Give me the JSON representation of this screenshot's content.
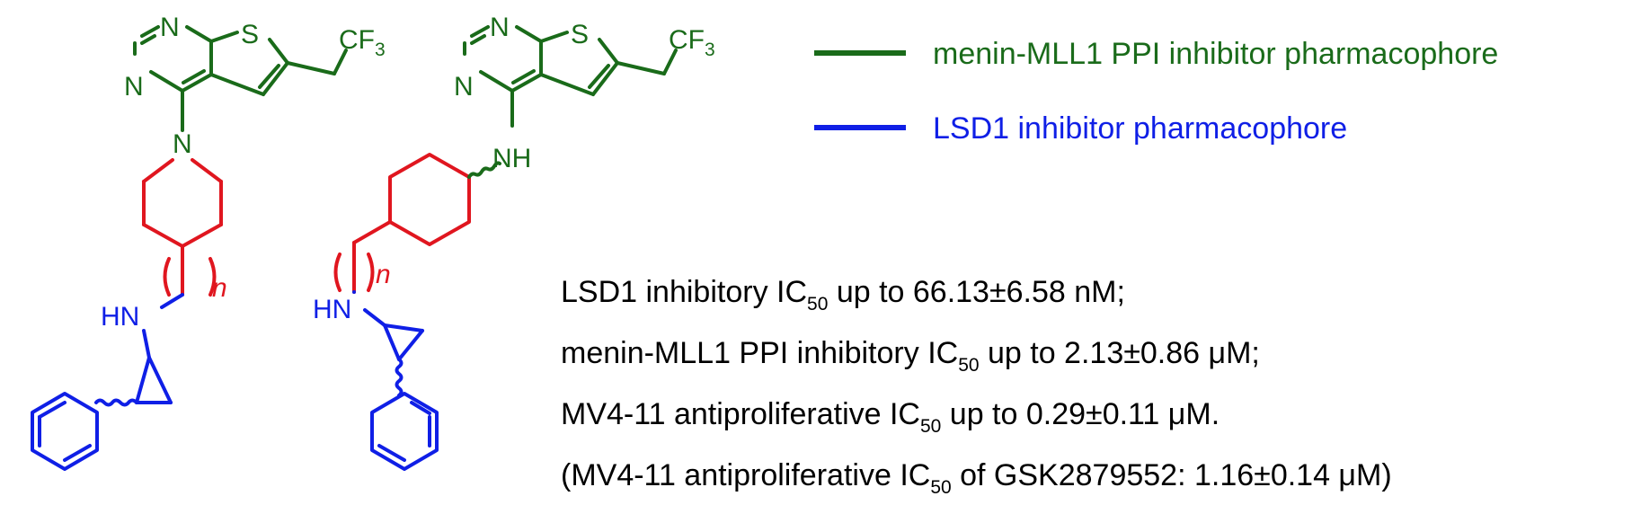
{
  "colors": {
    "menin_pharmacophore": "#1a6b1a",
    "lsd1_pharmacophore": "#0f1fe6",
    "linker": "#e0161f",
    "text": "#000000"
  },
  "legend": [
    {
      "label": "menin-MLL1 PPI inhibitor pharmacophore",
      "color_key": "menin_pharmacophore"
    },
    {
      "label": "LSD1 inhibitor pharmacophore",
      "color_key": "lsd1_pharmacophore"
    }
  ],
  "structures": {
    "atoms": {
      "N": "N",
      "S": "S",
      "C": "C",
      "F": "F",
      "three": "3",
      "NH": "NH",
      "HN": "HN",
      "n": "n",
      "paren_open": "(",
      "paren_close": ")"
    }
  },
  "results": {
    "ic50": {
      "base": "IC",
      "sub": "50"
    },
    "lines": [
      {
        "before": "LSD1 inhibitory ",
        "after": " up to 66.13±6.58  nM;"
      },
      {
        "before": "menin-MLL1 PPI inhibitory ",
        "after": " up to 2.13±0.86  μM;"
      },
      {
        "before": "MV4-11 antiproliferative ",
        "after": " up to 0.29±0.11  μM."
      },
      {
        "before": "(MV4-11   antiproliferative ",
        "after": " of GSK2879552: 1.16±0.14  μM)"
      }
    ]
  }
}
